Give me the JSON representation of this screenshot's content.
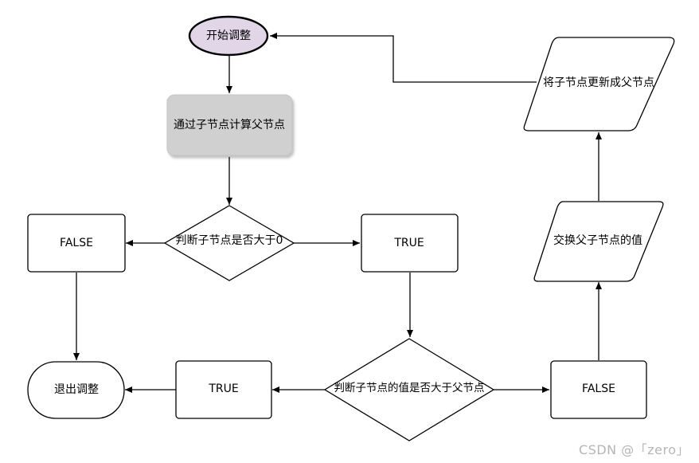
{
  "diagram": {
    "nodes": {
      "start": "开始调整",
      "compute_parent": "通过子节点计算父节点",
      "check_child_gt_zero": "判断子节点是否大于0",
      "false_1": "FALSE",
      "true_1": "TRUE",
      "exit": "退出调整",
      "true_2": "TRUE",
      "check_child_gt_parent": "判断子节点的值是否大于父节点",
      "false_2": "FALSE",
      "swap": "交换父子节点的值",
      "update_child": "将子节点更新成父节点"
    }
  },
  "watermark": "CSDN @「zero」",
  "colors": {
    "start_fill": "#e1d5e7",
    "process_fill": "#d0d0d0",
    "stroke": "#000000",
    "background": "#ffffff"
  }
}
